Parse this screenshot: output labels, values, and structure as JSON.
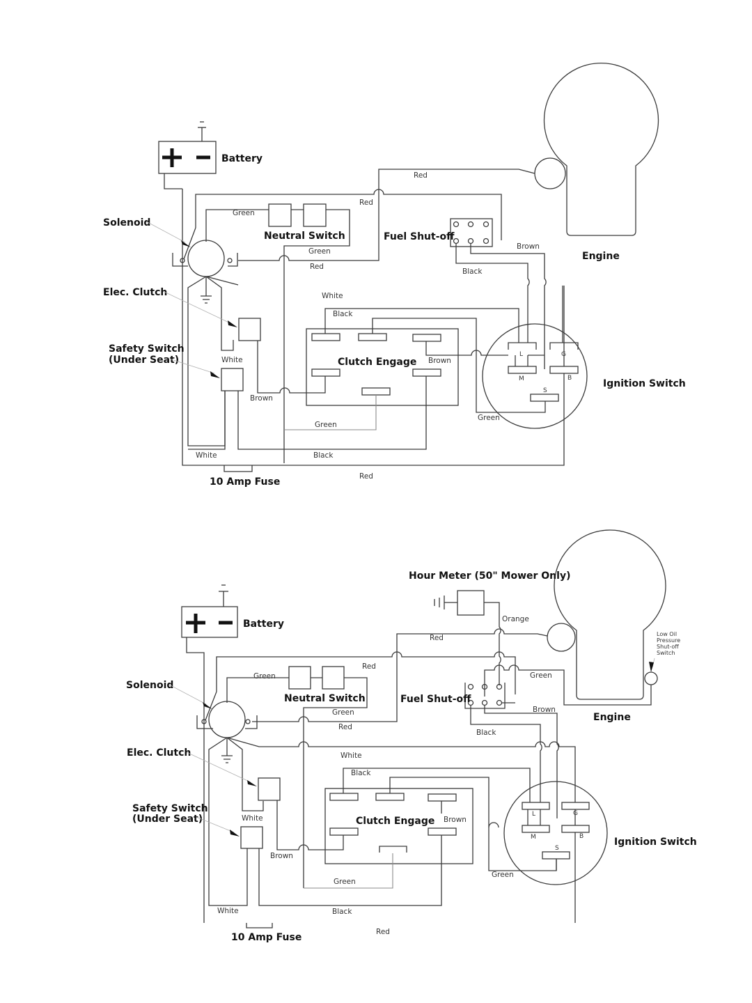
{
  "diagram1": {
    "components": {
      "battery": "Battery",
      "solenoid": "Solenoid",
      "neutral_switch": "Neutral Switch",
      "fuel_shutoff": "Fuel Shut-off",
      "engine": "Engine",
      "elec_clutch": "Elec. Clutch",
      "safety_switch_line1": "Safety Switch",
      "safety_switch_line2": "(Under Seat)",
      "clutch_engage": "Clutch Engage",
      "ignition_switch": "Ignition Switch",
      "fuse": "10 Amp Fuse"
    },
    "wires": {
      "red_top": "Red",
      "red_2": "Red",
      "green_1": "Green",
      "green_2": "Green",
      "red_3": "Red",
      "brown_fuel": "Brown",
      "black_fuel": "Black",
      "white_1": "White",
      "black_1": "Black",
      "white_2": "White",
      "brown_clutch": "Brown",
      "brown_2": "Brown",
      "green_3": "Green",
      "green_ign": "Green",
      "white_3": "White",
      "black_2": "Black",
      "red_bottom": "Red"
    },
    "ignition_terminals": [
      "L",
      "G",
      "M",
      "B",
      "S"
    ]
  },
  "diagram2": {
    "components": {
      "hour_meter": "Hour Meter (50\" Mower Only)",
      "battery": "Battery",
      "solenoid": "Solenoid",
      "neutral_switch": "Neutral Switch",
      "fuel_shutoff": "Fuel Shut-off",
      "engine": "Engine",
      "low_oil_line1": "Low Oil",
      "low_oil_line2": "Pressure",
      "low_oil_line3": "Shut-off",
      "low_oil_line4": "Switch",
      "elec_clutch": "Elec. Clutch",
      "safety_switch_line1": "Safety Switch",
      "safety_switch_line2": "(Under Seat)",
      "clutch_engage": "Clutch Engage",
      "ignition_switch": "Ignition Switch",
      "fuse": "10 Amp Fuse"
    },
    "wires": {
      "orange": "Orange",
      "red_top": "Red",
      "red_2": "Red",
      "green_engine": "Green",
      "green_1": "Green",
      "green_2": "Green",
      "red_3": "Red",
      "brown_fuel": "Brown",
      "black_fuel": "Black",
      "white_1": "White",
      "black_1": "Black",
      "white_2": "White",
      "brown_clutch": "Brown",
      "brown_2": "Brown",
      "green_3": "Green",
      "green_ign": "Green",
      "white_3": "White",
      "black_2": "Black",
      "red_bottom": "Red"
    },
    "ignition_terminals": [
      "L",
      "G",
      "M",
      "B",
      "S"
    ]
  }
}
